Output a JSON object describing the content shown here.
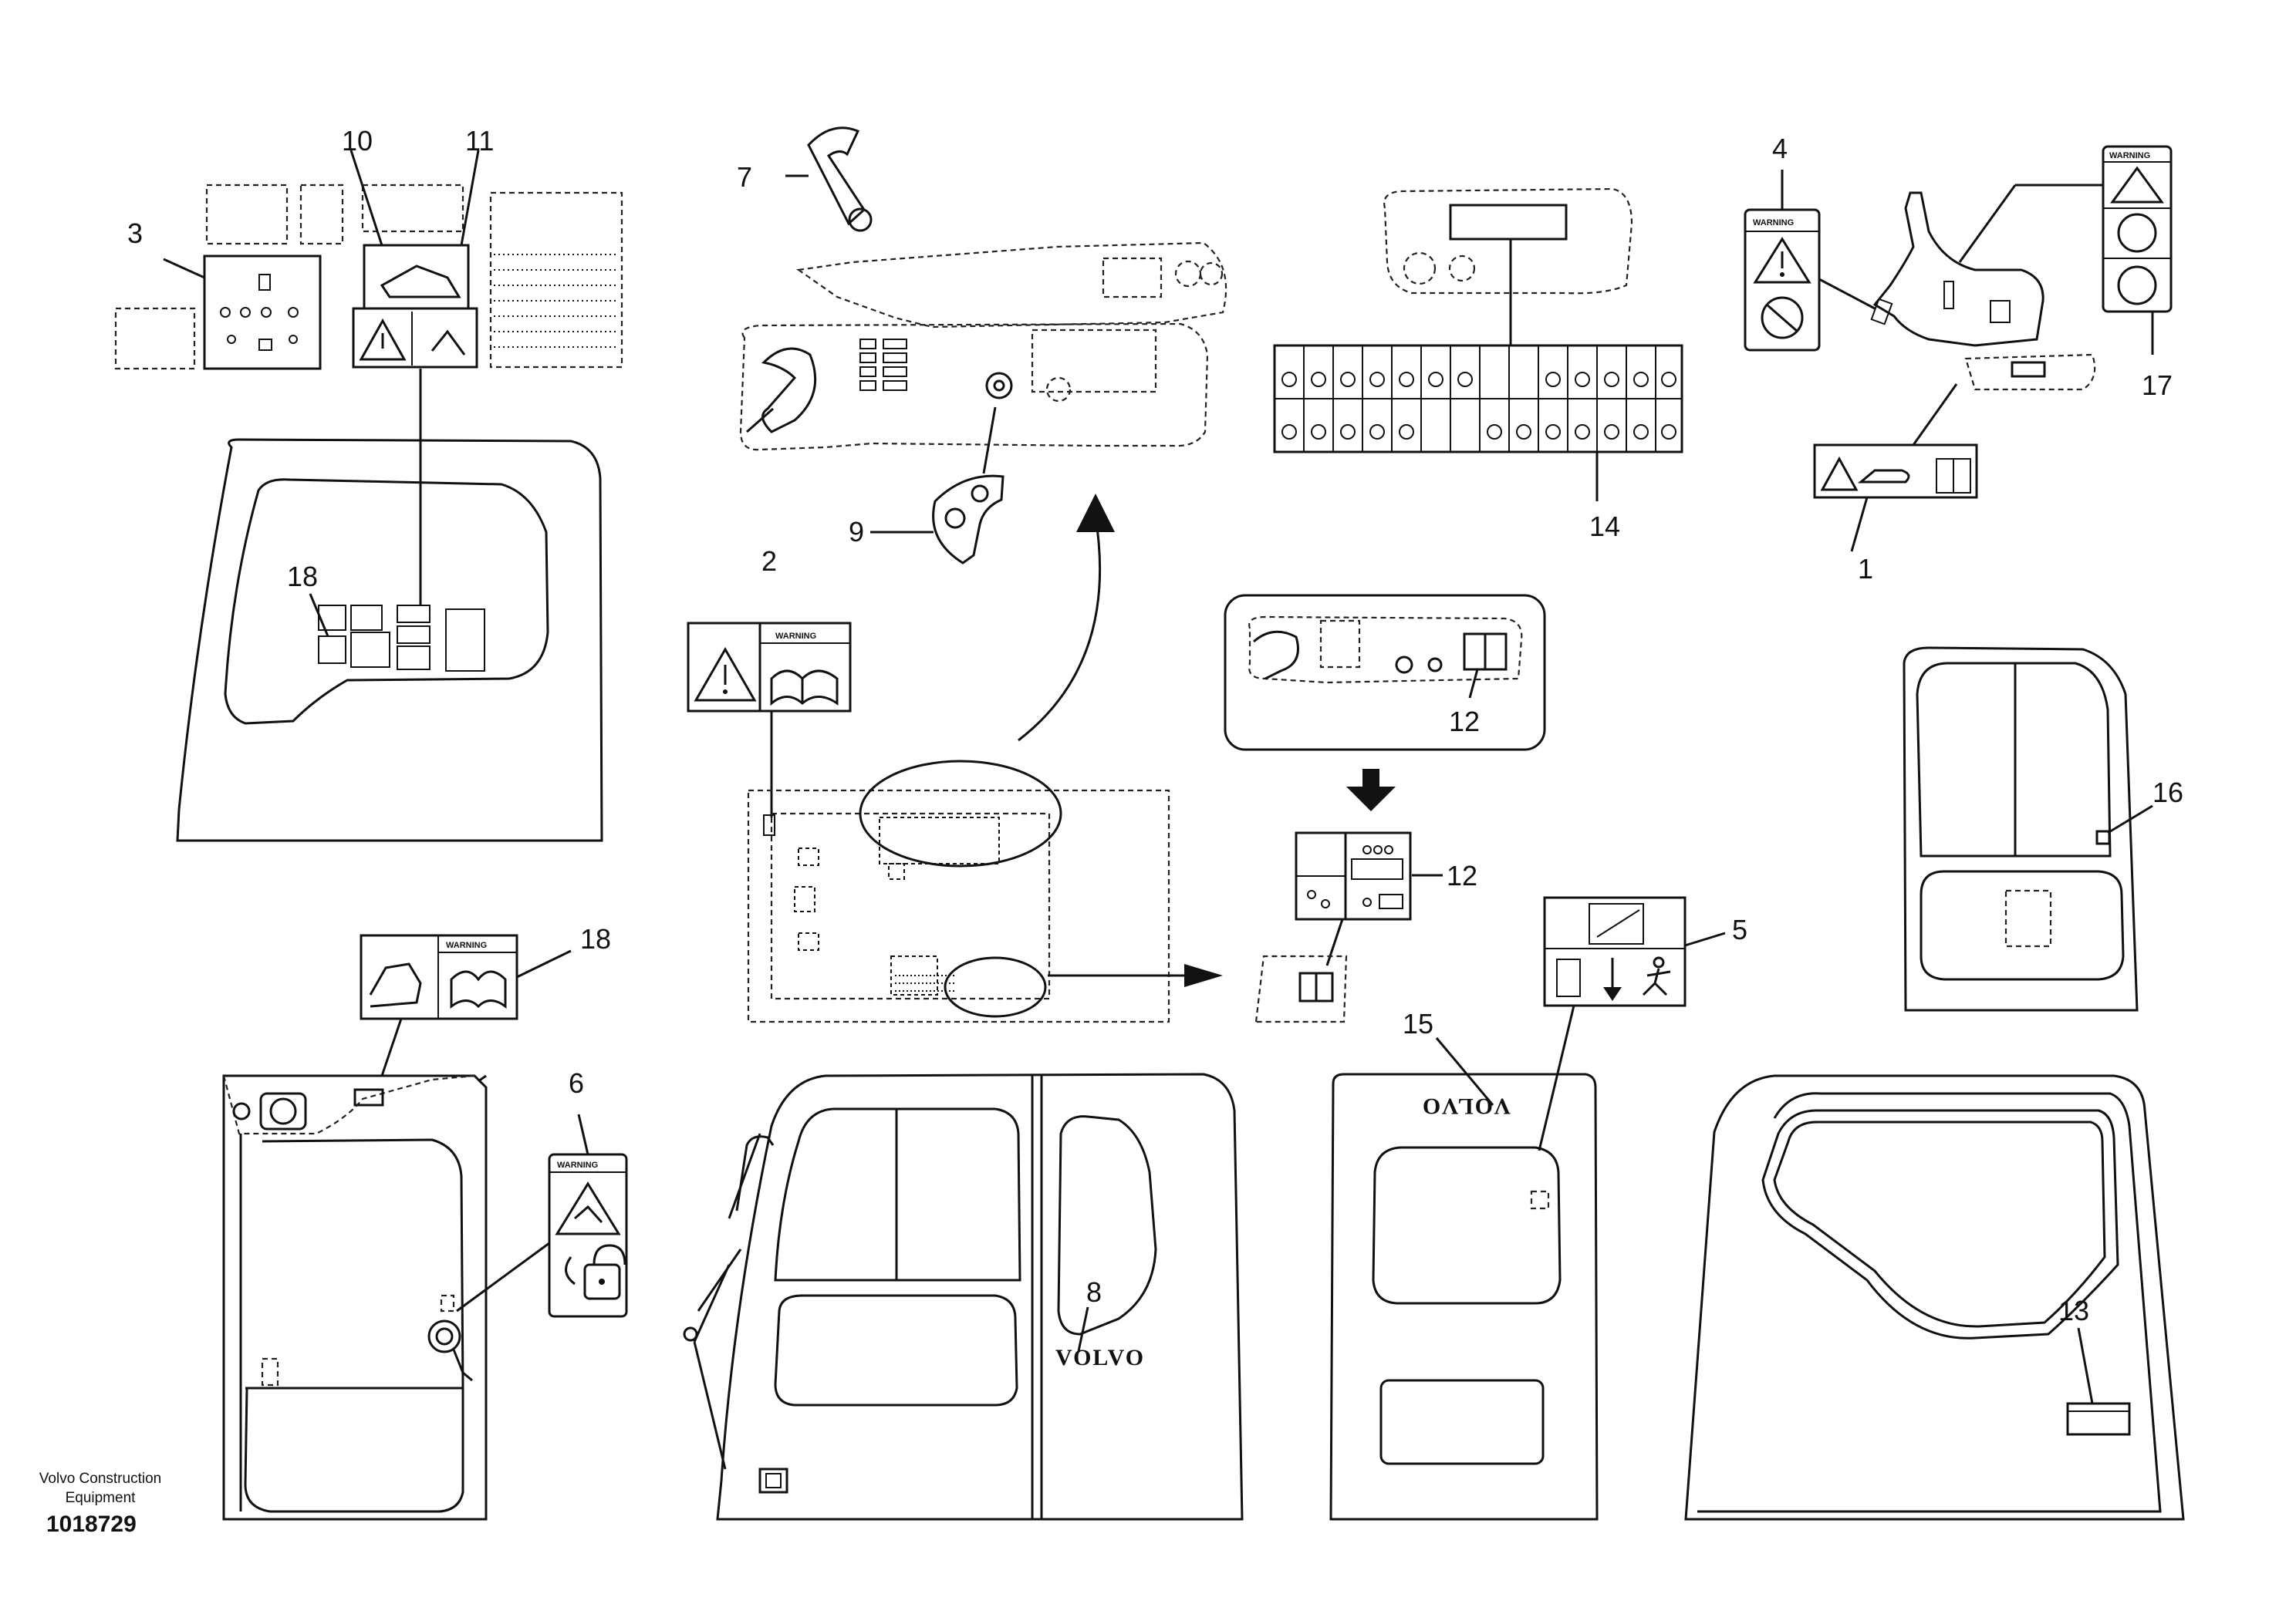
{
  "footer": {
    "company_line": "Volvo Construction Equipment",
    "drawing_number": "1018729"
  },
  "callouts": {
    "c1": "1",
    "c2": "2",
    "c3": "3",
    "c4": "4",
    "c5": "5",
    "c6": "6",
    "c7": "7",
    "c8": "8",
    "c9": "9",
    "c10": "10",
    "c11": "11",
    "c12a": "12",
    "c12b": "12",
    "c13": "13",
    "c14": "14",
    "c15": "15",
    "c16": "16",
    "c17": "17",
    "c18a": "18",
    "c18b": "18"
  },
  "decal_text": {
    "warning_2": "WARNING",
    "warning_4": "WARNING",
    "warning_6": "WARNING",
    "warning_17": "WARNING",
    "warning_18": "WARNING",
    "brand_15": "VOLVO",
    "brand_8": "VOLVO"
  },
  "icons": [
    "warning-triangle-icon",
    "manual-book-icon",
    "running-man-exit-icon",
    "unlock-padlock-icon",
    "down-arrow-icon"
  ],
  "colors": {
    "line": "#111111",
    "background": "#ffffff"
  }
}
